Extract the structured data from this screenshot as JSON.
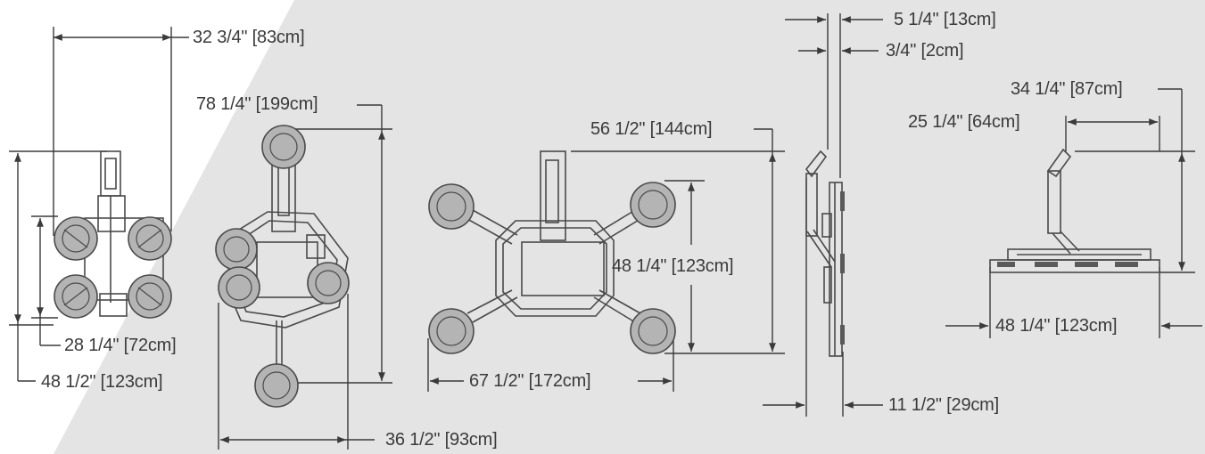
{
  "colors": {
    "line": "#3a3a3a",
    "part": "#5a5a5a",
    "pad_fill": "#a8a8a8",
    "bg_light": "#ffffff",
    "bg_gray": "#e4e4e4"
  },
  "dimensions": {
    "d1": "32 3/4\" [83cm]",
    "d2": "28 1/4\" [72cm]",
    "d3": "48 1/2\" [123cm]",
    "d4": "78 1/4\" [199cm]",
    "d5": "36 1/2\" [93cm]",
    "d6": "56 1/2\" [144cm]",
    "d7": "48 1/4\" [123cm]",
    "d8": "67 1/2\" [172cm]",
    "d9": "5 1/4\" [13cm]",
    "d10": "3/4\" [2cm]",
    "d11": "11 1/2\" [29cm]",
    "d12": "34 1/4\" [87cm]",
    "d13": "25 1/4\" [64cm]",
    "d14": "48 1/4\" [123cm]"
  }
}
